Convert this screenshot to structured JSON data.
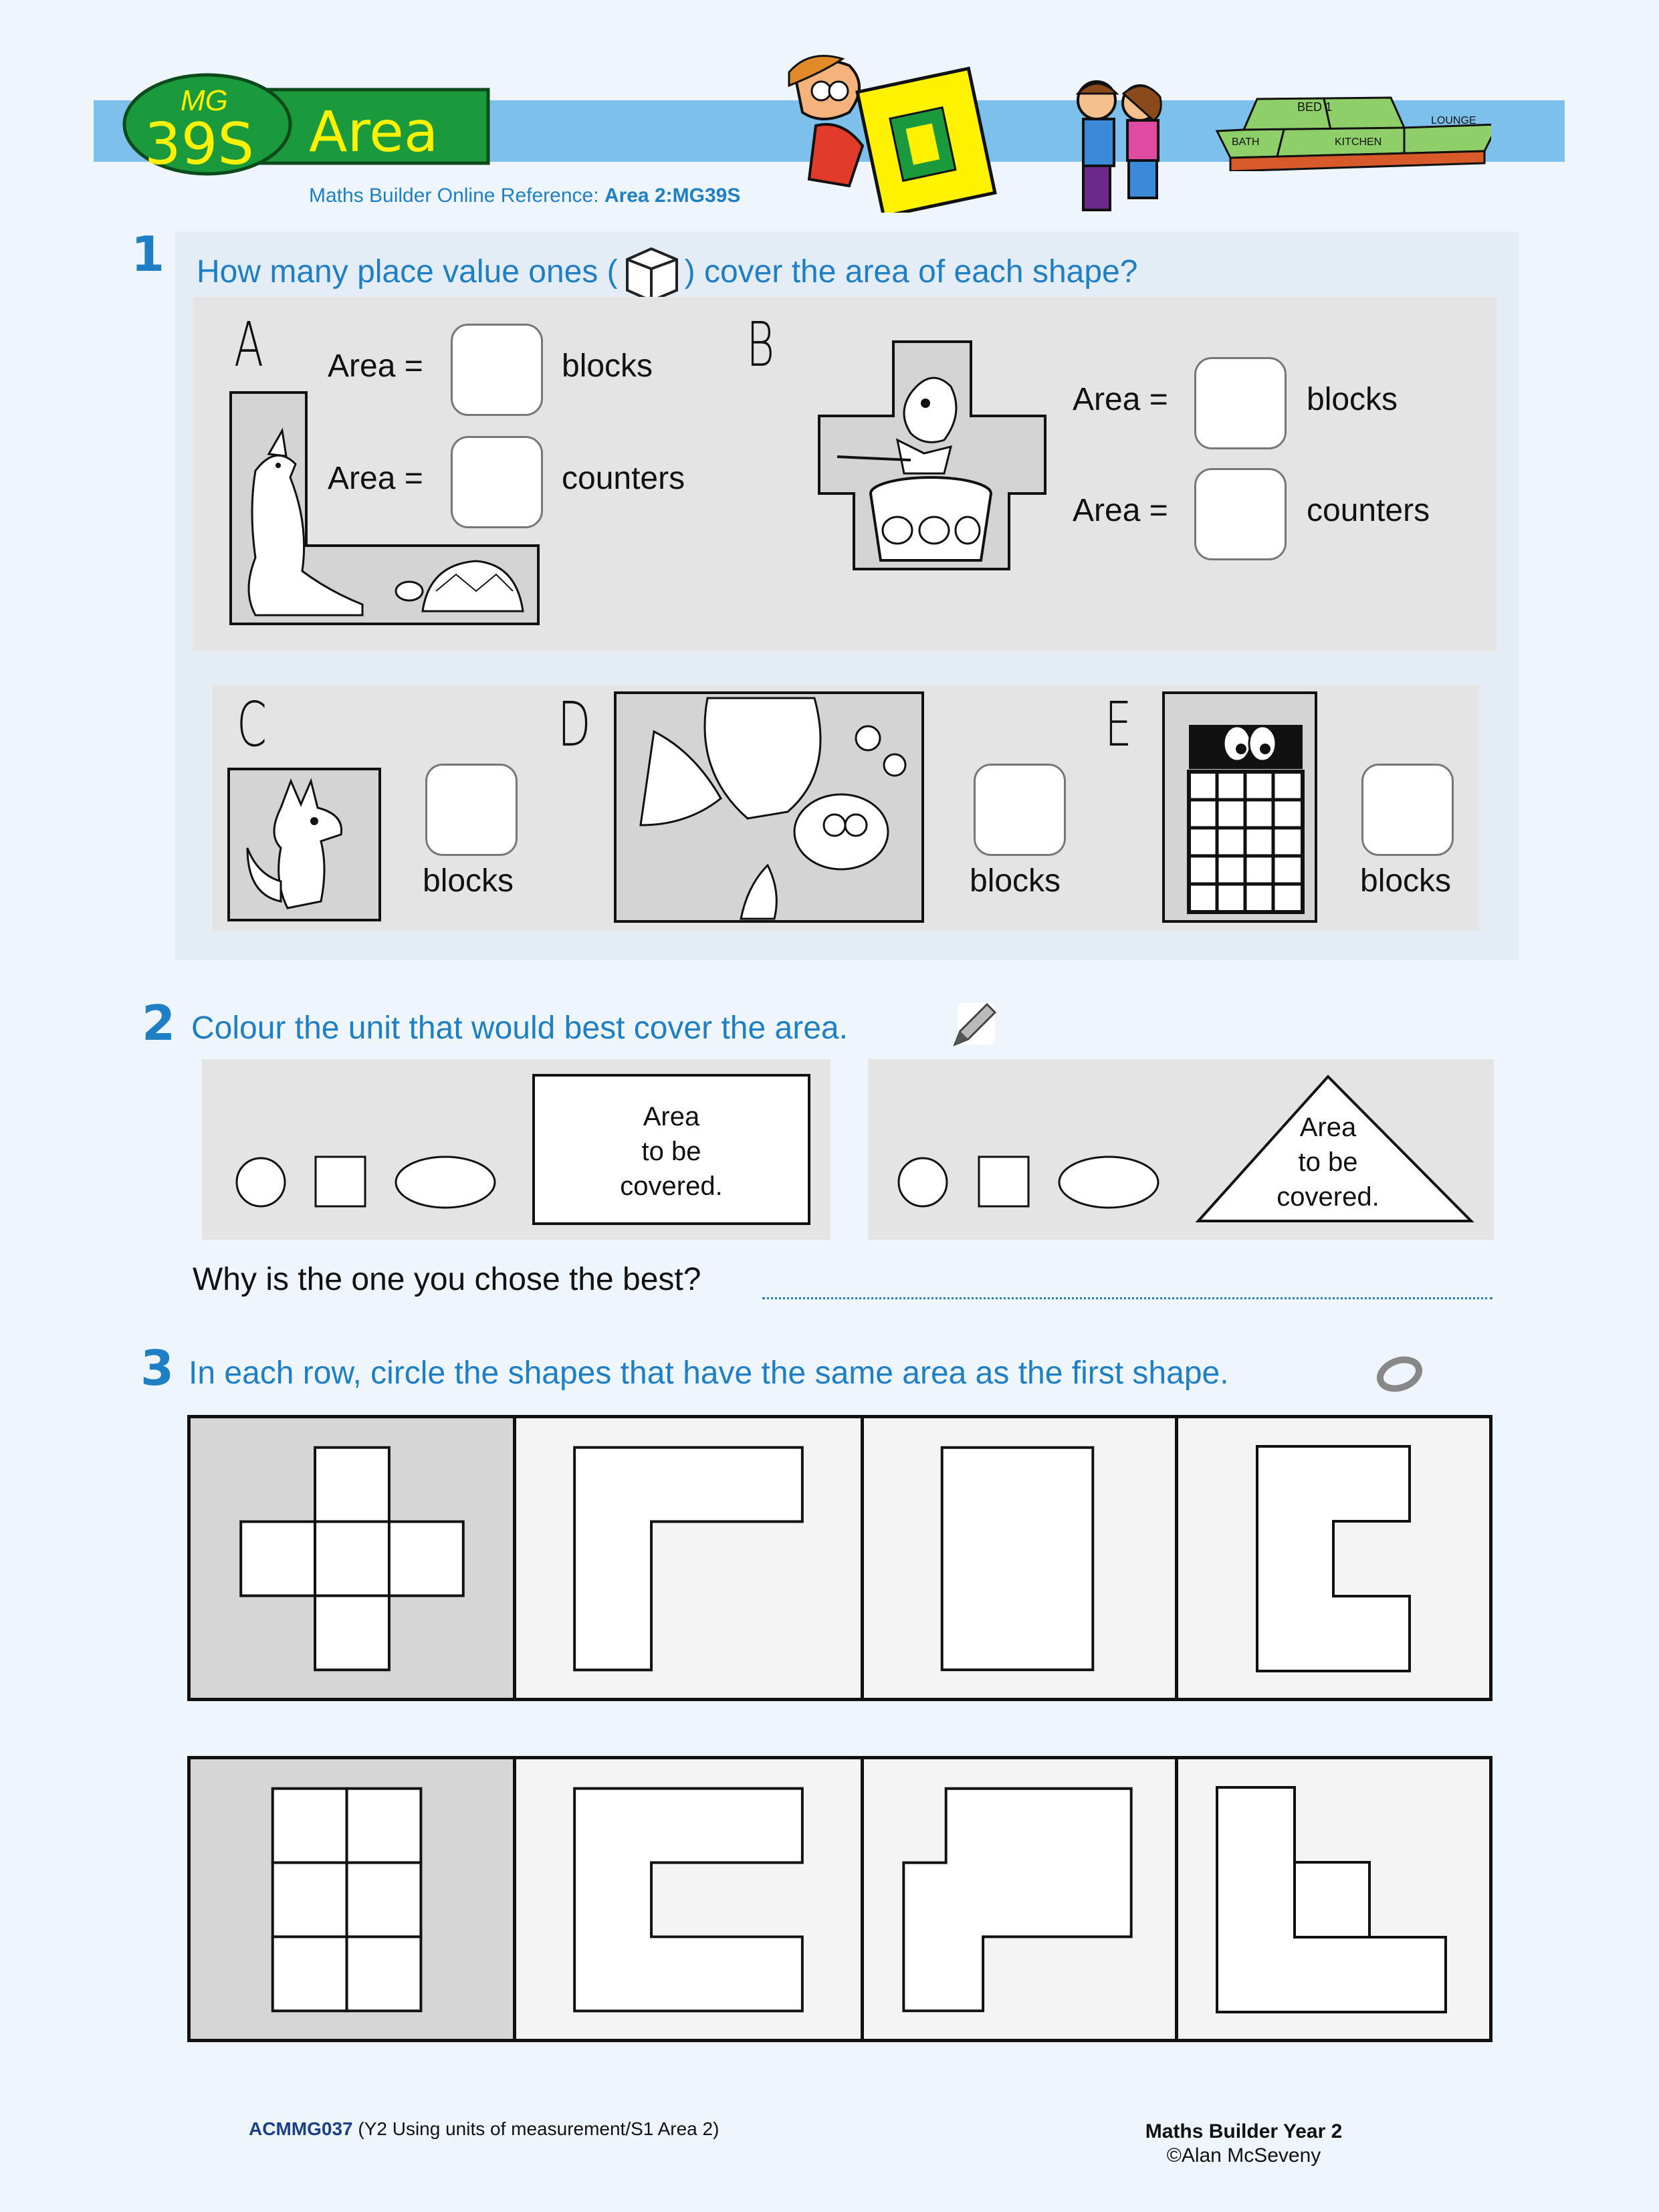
{
  "header": {
    "badge_code_top": "MG",
    "badge_code": "39S",
    "title": "Area",
    "online_ref_label": "Maths Builder Online Reference:",
    "online_ref_value": "Area 2:MG39S",
    "rooms": [
      "BED 1",
      "BATH",
      "KITCHEN",
      "LOUNGE"
    ]
  },
  "q1": {
    "number": "1",
    "prompt_before": "How many place value ones (",
    "prompt_after": ") cover the area of each shape?",
    "shapes": {
      "a": {
        "letter": "A",
        "area_label": "Area =",
        "unit1": "blocks",
        "unit2": "counters"
      },
      "b": {
        "letter": "B",
        "area_label": "Area =",
        "unit1": "blocks",
        "unit2": "counters"
      },
      "c": {
        "letter": "C",
        "unit": "blocks"
      },
      "d": {
        "letter": "D",
        "unit": "blocks"
      },
      "e": {
        "letter": "E",
        "unit": "blocks"
      }
    }
  },
  "q2": {
    "number": "2",
    "prompt": "Colour the unit that would best cover the area.",
    "area_line1": "Area",
    "area_line2": "to be",
    "area_line3": "covered.",
    "why_prompt": "Why is the one you chose the best?"
  },
  "q3": {
    "number": "3",
    "prompt": "In each row, circle the shapes that have the same area as the first shape."
  },
  "footer": {
    "code": "ACMMG037",
    "code_desc": "(Y2 Using units of measurement/S1 Area 2)",
    "book": "Maths Builder Year 2",
    "copyright": "©Alan McSeveny"
  },
  "colors": {
    "accent_blue": "#1f7fc4",
    "banner_blue": "#7ec0ec",
    "badge_green": "#1a9a3c",
    "badge_yellow": "#fff200",
    "panel_grey": "#e6e6e6"
  }
}
